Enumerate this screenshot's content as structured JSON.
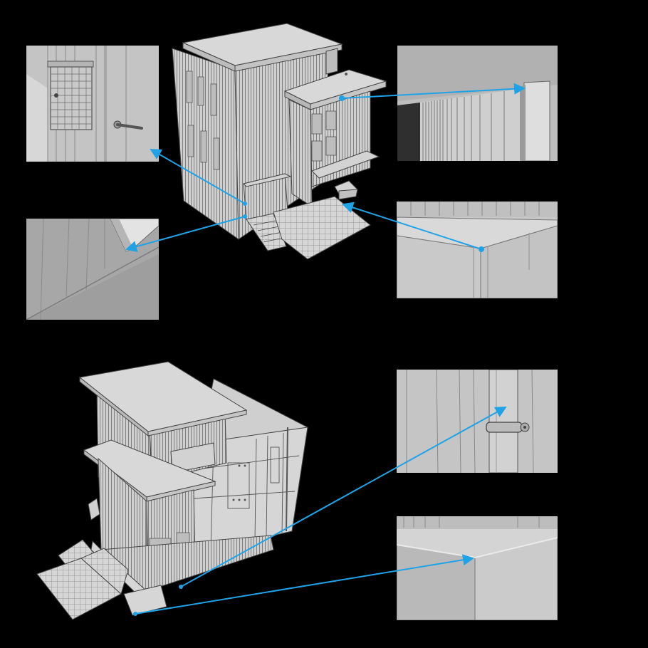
{
  "figure": {
    "background": "#000000",
    "accent": "#1fa3e6",
    "model_fill": "#cfcfcf",
    "model_line": "#4a4a4a"
  },
  "models": [
    {
      "name": "building-model-front-view"
    },
    {
      "name": "building-model-rear-view"
    }
  ],
  "detail_panels": [
    {
      "name": "detail-mailbox-door"
    },
    {
      "name": "detail-gutter-edge"
    },
    {
      "name": "detail-wall-corner"
    },
    {
      "name": "detail-slab-edge"
    },
    {
      "name": "detail-drainpipe-clamp"
    },
    {
      "name": "detail-floor-edge"
    }
  ],
  "callouts": [
    {
      "from": "detail-mailbox-door",
      "to": "front-entrance"
    },
    {
      "from": "detail-wall-corner",
      "to": "front-entrance"
    },
    {
      "from": "detail-gutter-edge",
      "to": "front-upper-box"
    },
    {
      "from": "detail-slab-edge",
      "to": "front-lower-slab"
    },
    {
      "from": "detail-drainpipe-clamp",
      "to": "rear-drainpipe"
    },
    {
      "from": "detail-floor-edge",
      "to": "rear-base-slab"
    }
  ]
}
